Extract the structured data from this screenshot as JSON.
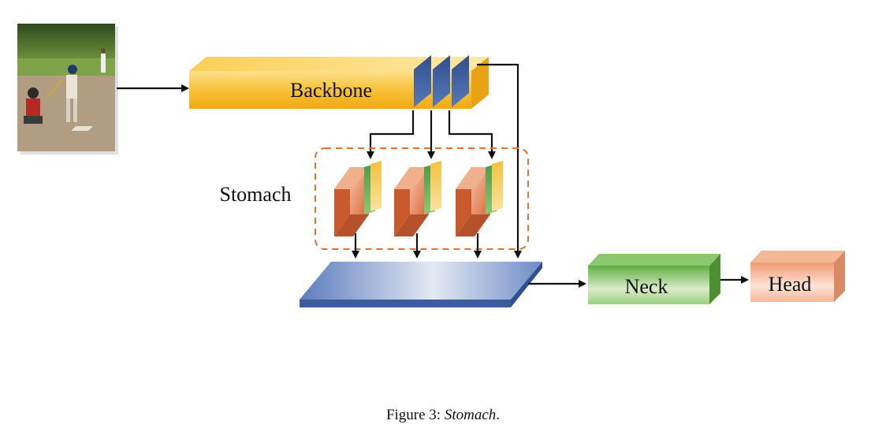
{
  "labels": {
    "backbone": "Backbone",
    "stomach": "Stomach",
    "neck": "Neck",
    "head": "Head"
  },
  "caption": {
    "prefix": "Figure 3: ",
    "emph": "Stomach",
    "suffix": "."
  },
  "colors": {
    "backbone": "#f6b520",
    "feature_map": "#3f5f9e",
    "stomach_block": "#e47a4a",
    "stomach_border": "#e2732e",
    "fusion_plate": "#4a6aaa",
    "neck": "#6fbb4e",
    "head": "#f5a987",
    "arrow": "#111111"
  }
}
